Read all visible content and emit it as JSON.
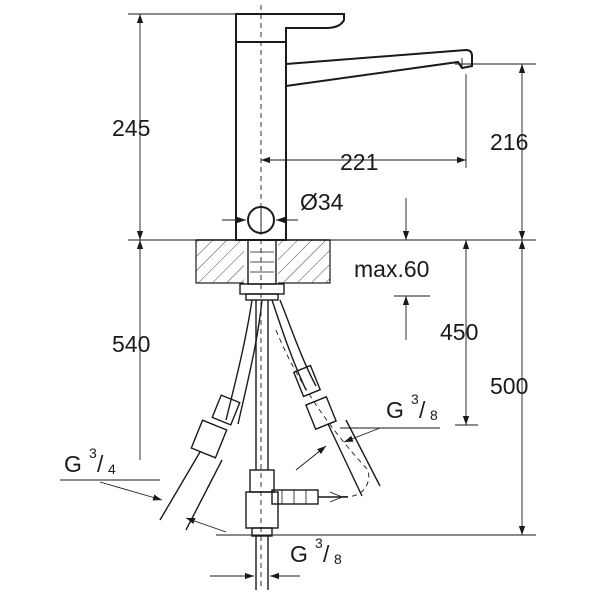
{
  "dimensions": {
    "faucet_height": "245",
    "spout_height": "216",
    "spout_reach": "221",
    "hole_diameter": "Ø34",
    "max_counter_thickness": "max.60",
    "hose_length_total": "540",
    "hose_length_inner": "450",
    "hose_length_outer": "500"
  },
  "threads": {
    "left": {
      "prefix": "G",
      "num": "3",
      "den": "4"
    },
    "right": {
      "prefix": "G",
      "num": "3",
      "den": "8"
    },
    "bottom": {
      "prefix": "G",
      "num": "3",
      "den": "8"
    }
  },
  "colors": {
    "line": "#1a1a1a",
    "background": "#ffffff"
  }
}
